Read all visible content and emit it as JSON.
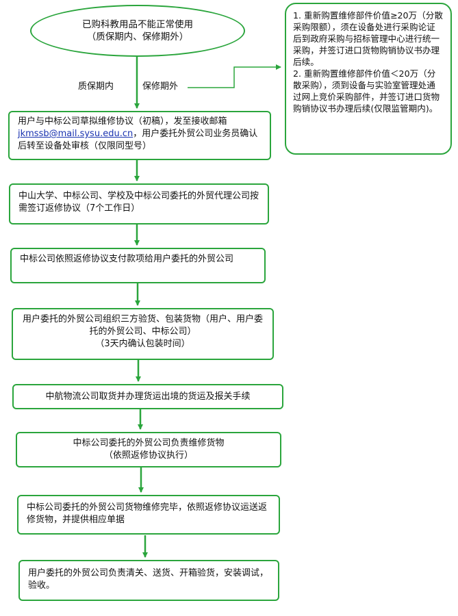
{
  "start": {
    "line1": "已购科教用品不能正常使用",
    "line2": "（质保期内、保修期外）"
  },
  "branch_labels": {
    "warranty_in": "质保期内",
    "warranty_out": "保修期外"
  },
  "note": {
    "item1": "1. 重新购置维修部件价值≥20万（分散采购限额），须在设备处进行采购论证后到政府采购与招标管理中心进行统一采购，并签订进口货物购销协议书办理后续。",
    "item2": "2. 重新购置维修部件价值＜20万（分散采购），须到设备与实验室管理处通过网上竞价采购部件，并签订进口货物购销协议书办理后续(仅限监管期内)。"
  },
  "steps": {
    "s1": {
      "before": "用户与中标公司草拟维修协议（初稿），发至接收邮箱 ",
      "email": "jkmssb@mail.sysu.edu.cn",
      "after": "，用户委托外贸公司业务员确认后转至设备处审核（仅限同型号）"
    },
    "s2": "中山大学、中标公司、学校及中标公司委托的外贸代理公司按需签订返修协议（7个工作日）",
    "s3": "中标公司依照返修协议支付款项给用户委托的外贸公司",
    "s4": {
      "line1": "用户委托的外贸公司组织三方验货、包装货物（用户、用户委托的外贸公司、中标公司）",
      "line2": "（3天内确认包装时间）"
    },
    "s5": "中航物流公司取货并办理货运出境的货运及报关手续",
    "s6": {
      "line1": "中标公司委托的外贸公司负责维修货物",
      "line2": "（依照返修协议执行）"
    },
    "s7": "中标公司委托的外贸公司货物维修完毕，依照返修协议运送返修货物，并提供相应单据",
    "s8": "用户委托的外贸公司负责清关、送货、开箱验货，安装调试，验收。"
  },
  "colors": {
    "border": "#2aa53c",
    "arrow": "#2aa53c",
    "link": "#1a33b0"
  }
}
